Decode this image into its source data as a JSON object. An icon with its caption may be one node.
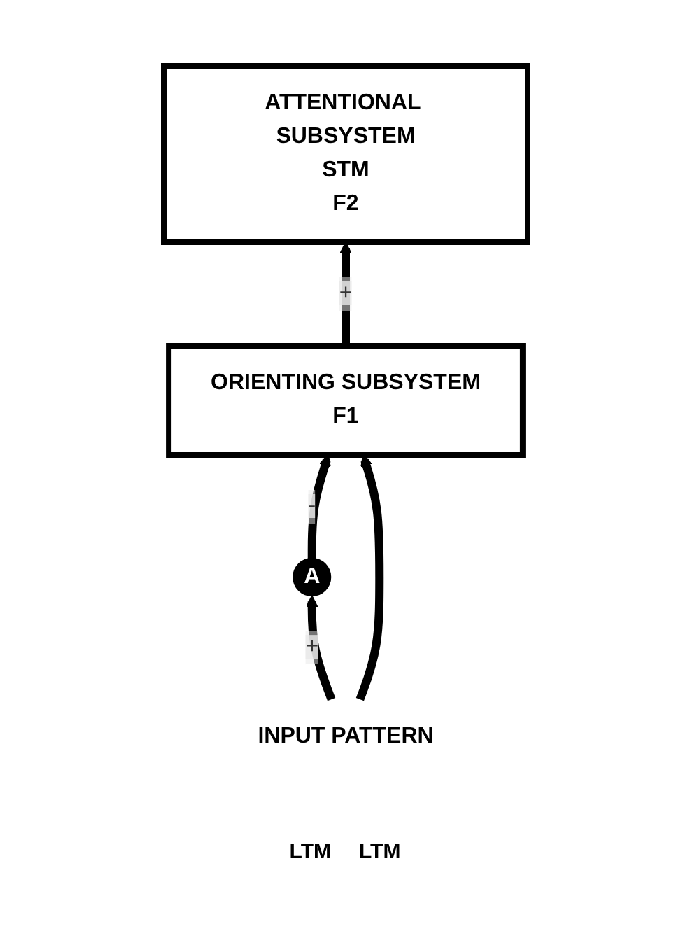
{
  "diagram": {
    "nodes": [
      {
        "text": [
          "ATTENTIONAL SUBSYSTEM",
          "STM",
          "F2"
        ]
      },
      {
        "text": [
          "ORIENTING SUBSYSTEM",
          "F1"
        ]
      },
      {
        "text": [
          "A"
        ]
      },
      {
        "text": [
          "INPUT PATTERN"
        ]
      }
    ],
    "edges": [
      {
        "from": 1,
        "to": 0,
        "arrow": "to",
        "label": "+"
      },
      {
        "from": 2,
        "to": 1,
        "arrow": "to",
        "label": "-"
      },
      {
        "from": 3,
        "to": 1,
        "arrow": "to"
      },
      {
        "from": 3,
        "to": 2,
        "arrow": "to",
        "label": "+"
      }
    ],
    "labels": [
      "LTM",
      "LTM"
    ]
  }
}
